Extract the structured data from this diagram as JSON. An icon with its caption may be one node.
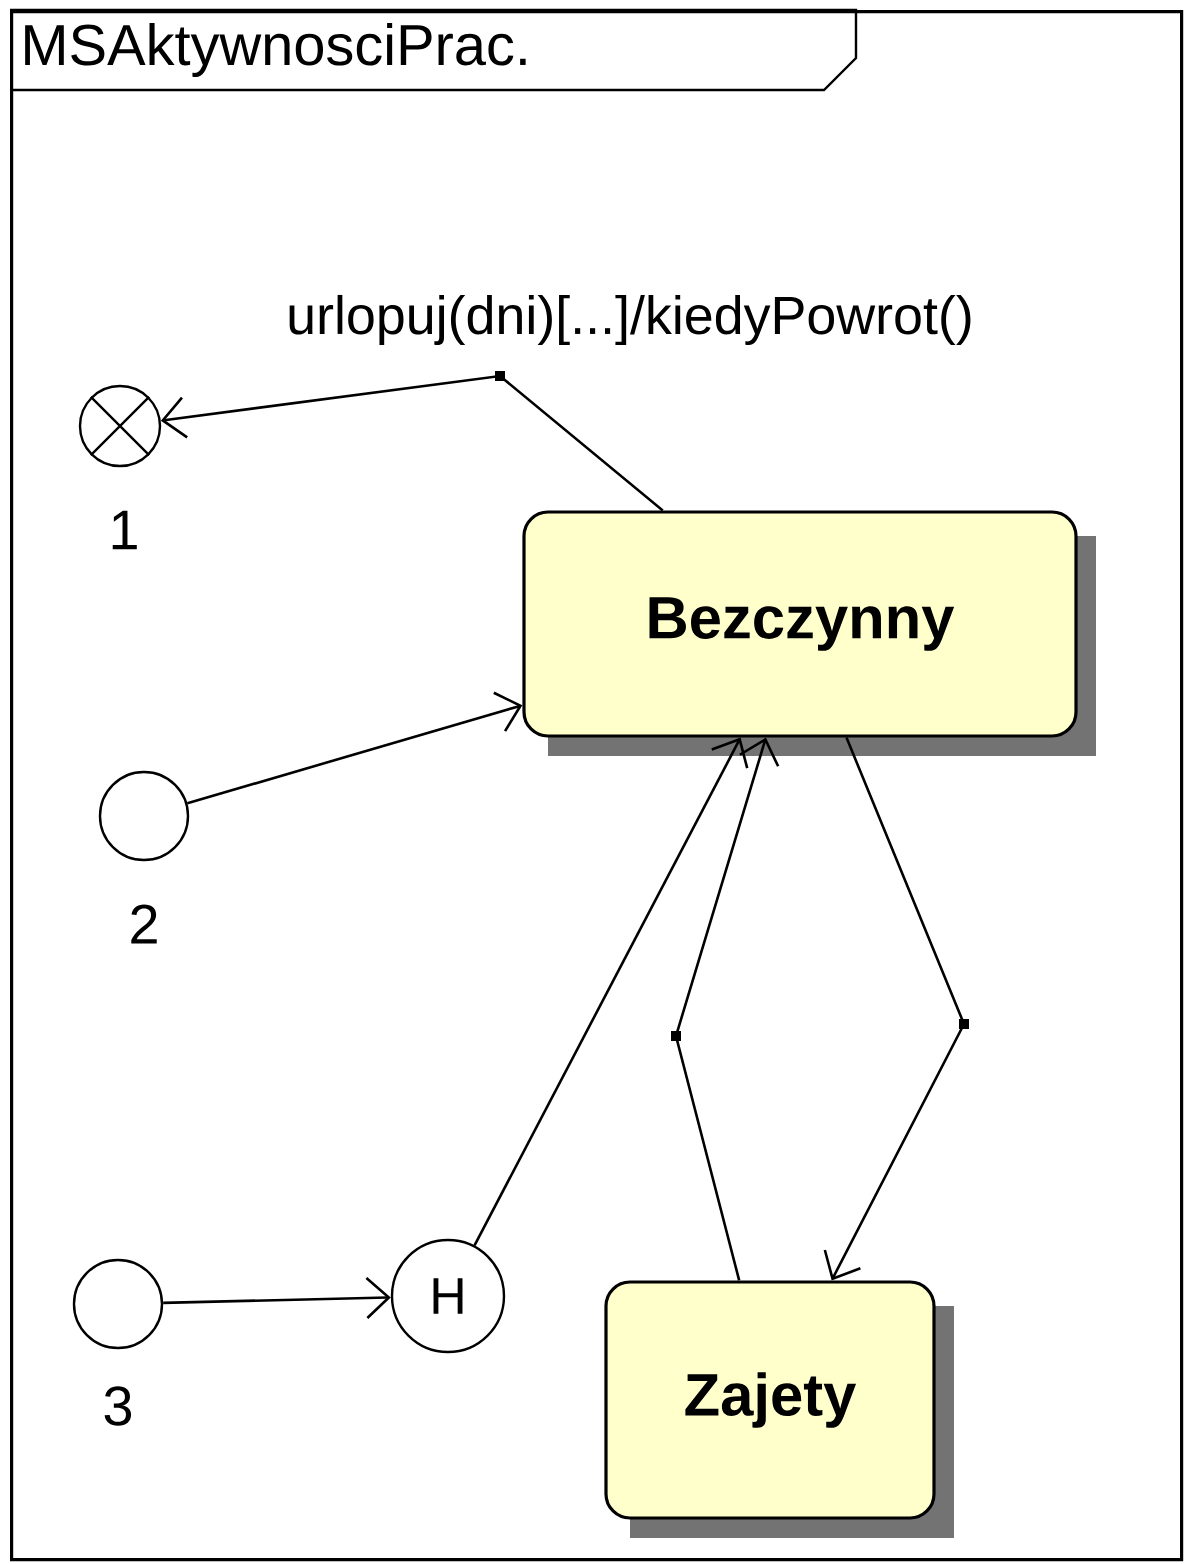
{
  "diagram": {
    "nodes": [
      {
        "text": [
          "MSAktywnosciPrac."
        ]
      },
      {
        "text": [
          "Bezczynny"
        ],
        "in": 0
      },
      {
        "text": [
          "Zajety"
        ],
        "in": 0
      },
      {
        "text": [],
        "shape": "circle",
        "beside": [
          "1"
        ],
        "in": 0
      },
      {
        "text": [],
        "shape": "circle",
        "beside": [
          "2"
        ],
        "in": 0
      },
      {
        "text": [],
        "shape": "circle",
        "beside": [
          "3"
        ],
        "in": 0
      },
      {
        "text": [
          "H"
        ],
        "in": 0
      }
    ],
    "edges": [
      {
        "from": 1,
        "to": 3,
        "arrow": "to",
        "label": "urlopuj(dni)[...]/kiedyPowrot()"
      },
      {
        "from": 4,
        "to": 1,
        "arrow": "to"
      },
      {
        "from": 5,
        "to": 6,
        "arrow": "to"
      },
      {
        "from": 6,
        "to": 1,
        "arrow": "to"
      },
      {
        "from": 2,
        "to": 1,
        "arrow": "to"
      },
      {
        "from": 1,
        "to": 2,
        "arrow": "to"
      }
    ]
  }
}
